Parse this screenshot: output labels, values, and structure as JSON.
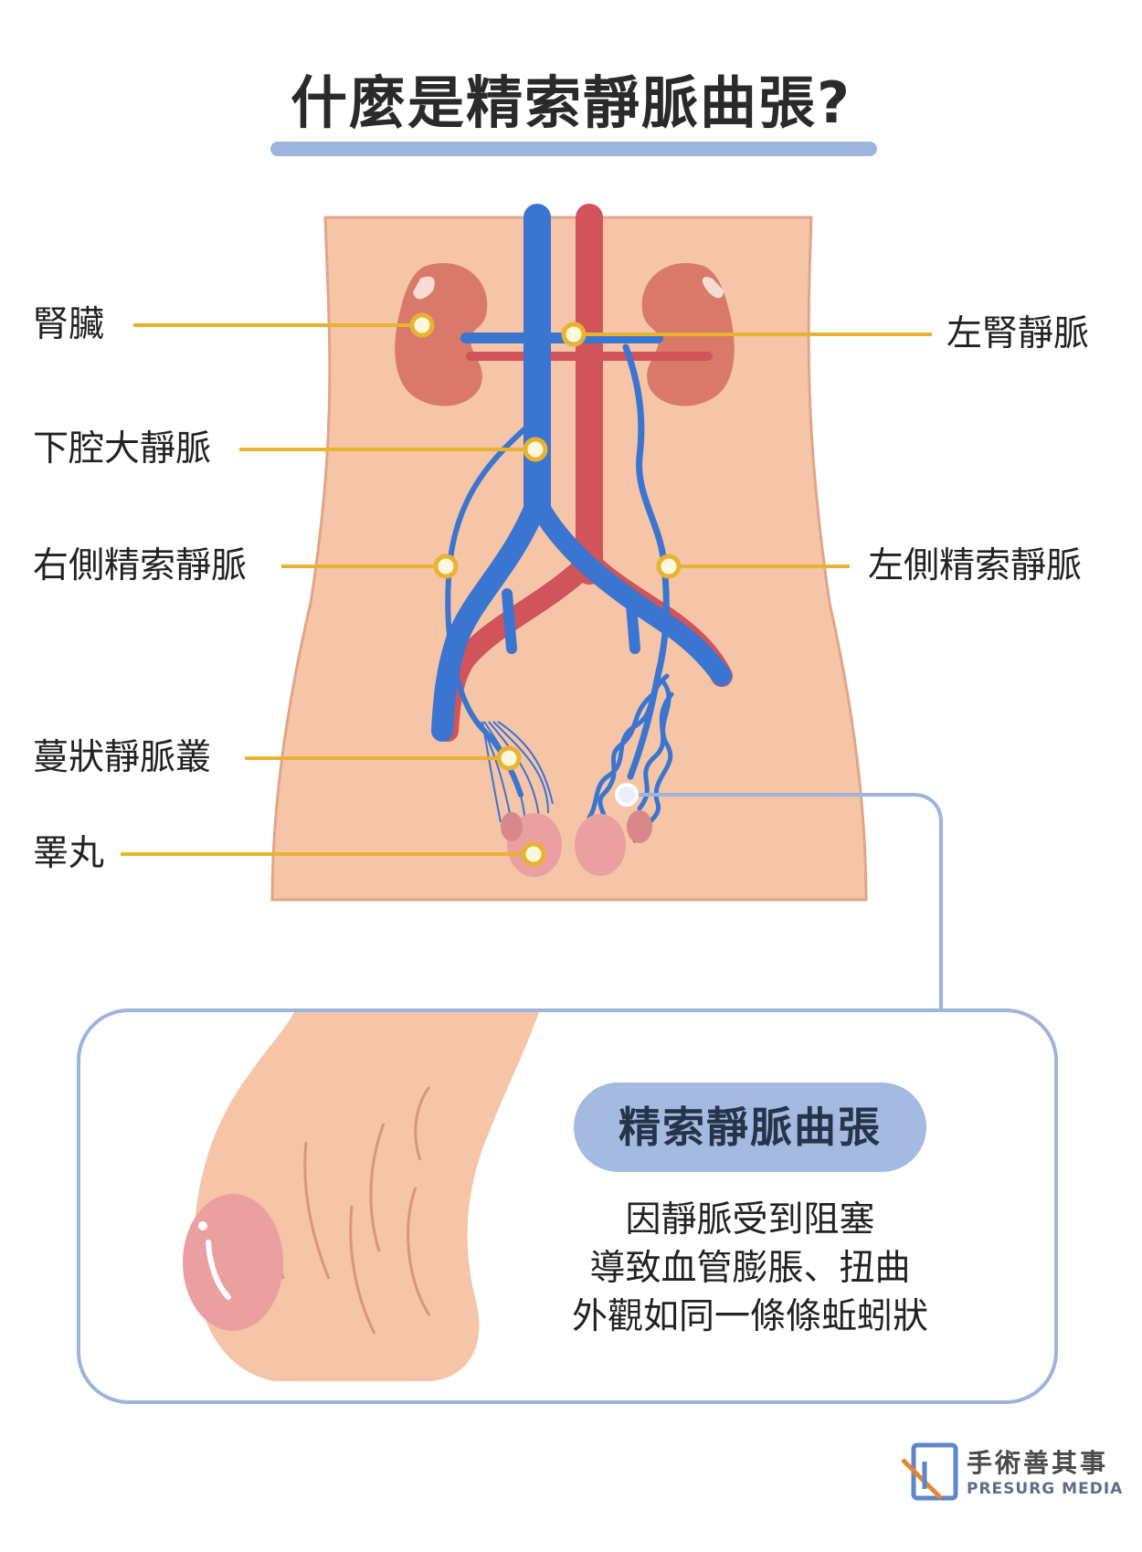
{
  "title": "什麼是精索靜脈曲張?",
  "labels": {
    "kidney": "腎臟",
    "left_renal_vein": "左腎靜脈",
    "inferior_vena_cava": "下腔大靜脈",
    "right_spermatic_vein": "右側精索靜脈",
    "left_spermatic_vein": "左側精索靜脈",
    "pampiniform_plexus": "蔓狀靜脈叢",
    "testis": "睪丸"
  },
  "callout": {
    "title": "精索靜脈曲張",
    "lines": [
      "因靜脈受到阻塞",
      "導致血管膨脹、扭曲",
      "外觀如同一條條蚯蚓狀"
    ]
  },
  "brand": {
    "name": "手術善其事",
    "english": "PRESURG MEDIA"
  },
  "colors": {
    "skin": "#f6c4a6",
    "vein": "#3a75d1",
    "artery": "#d0545a",
    "kidney": "#d9796a",
    "callout_line": "#e8b331",
    "accent": "#9db4dc"
  }
}
